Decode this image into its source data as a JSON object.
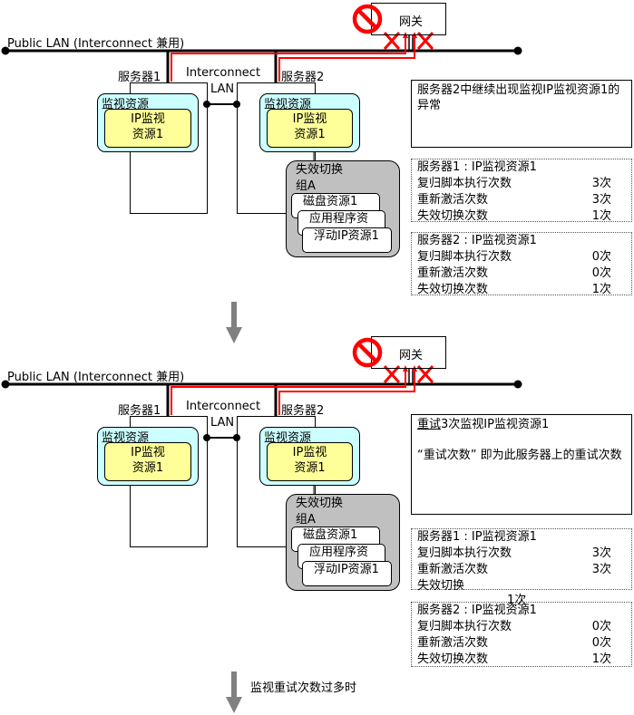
{
  "network": {
    "public_lan": "Public LAN (Interconnect 兼用)",
    "gateway": "网关",
    "interconnect": "Interconnect",
    "lan": "LAN",
    "server1": "服务器1",
    "server2": "服务器2",
    "monitor_resource": "监视资源",
    "ip_monitor_line1": "IP监视",
    "ip_monitor_line2": "资源1",
    "failover_group_line1": "失效切换",
    "failover_group_line2": "组A",
    "disk_resource": "磁盘资源1",
    "app_resource": "应用程序资",
    "floating_ip_resource": "浮动IP资源1"
  },
  "colors": {
    "monitor_bg": "#ccffff",
    "ip_bg": "#ffff99",
    "group_bg": "#c0c0c0",
    "error": "#ff0000",
    "arrow": "#808080"
  },
  "panels": [
    {
      "message": {
        "underlined": "",
        "title": "服务器2中继续出现监视IP监视资源1的异常",
        "body": ""
      },
      "counters": [
        {
          "header": "服务器1 : IP监视资源1",
          "rows": [
            {
              "label": "复归脚本执行次数",
              "value": "3次"
            },
            {
              "label": "重新激活次数",
              "value": "3次"
            },
            {
              "label": "失效切换次数",
              "value": "1次"
            }
          ]
        },
        {
          "header": "服务器2 : IP监视资源1",
          "rows": [
            {
              "label": "复归脚本执行次数",
              "value": "0次"
            },
            {
              "label": "重新激活次数",
              "value": "0次"
            },
            {
              "label": "失效切换次数",
              "value": "1次"
            }
          ]
        }
      ]
    },
    {
      "message": {
        "underlined": "重试",
        "title": "3次监视IP监视资源1",
        "body": "“重试次数” 即为此服务器上的重试次数"
      },
      "counters": [
        {
          "header": "服务器1 : IP监视资源1",
          "rows": [
            {
              "label": "复归脚本执行次数",
              "value": "3次"
            },
            {
              "label": "重新激活次数",
              "value": "3次"
            },
            {
              "label": "失效切换",
              "value": ""
            }
          ],
          "overflow": "1次"
        },
        {
          "header": "服务器2 : IP监视资源1",
          "rows": [
            {
              "label": "复归脚本执行次数",
              "value": "0次"
            },
            {
              "label": "重新激活次数",
              "value": "0次"
            },
            {
              "label": "失效切换次数",
              "value": "1次"
            }
          ]
        }
      ]
    }
  ],
  "bottom_arrow_label": "监视重试次数过多时"
}
